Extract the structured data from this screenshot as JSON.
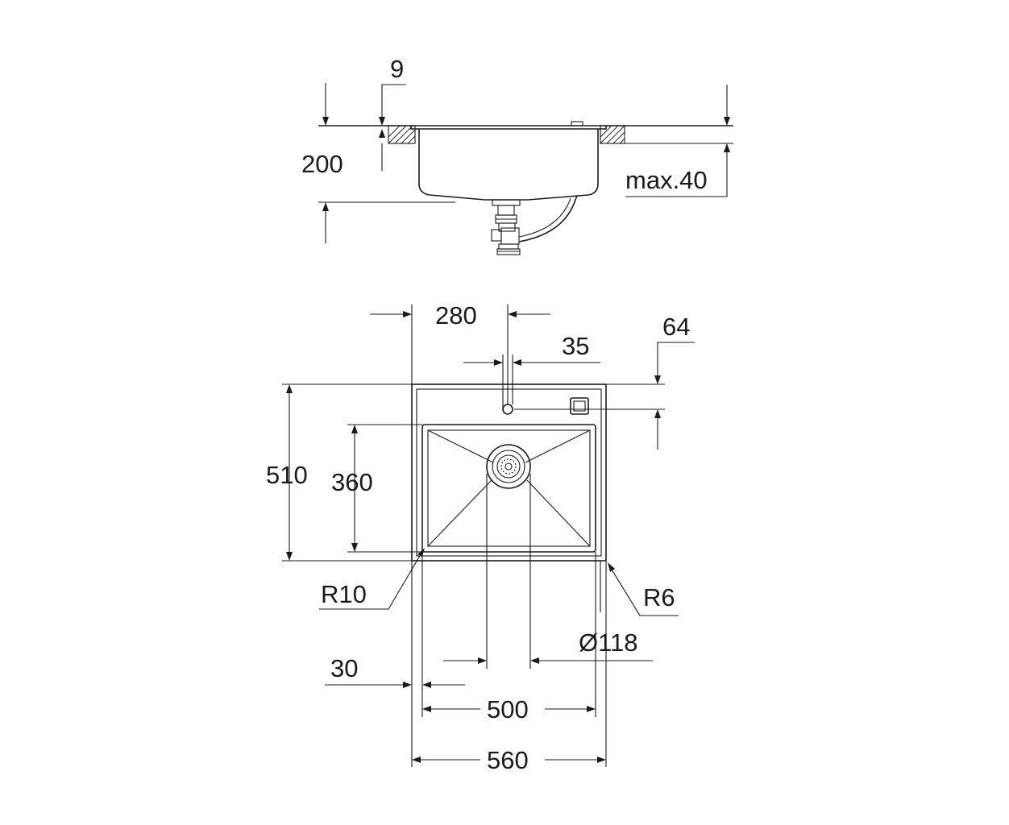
{
  "dimensions": {
    "side_gap": "9",
    "depth": "200",
    "countertop_max": "max.40",
    "tap_offset_x": "280",
    "tap_hole": "35",
    "tap_offset_y": "64",
    "overall_depth": "510",
    "bowl_depth": "360",
    "inner_radius": "R10",
    "outer_radius": "R6",
    "waste_diameter": "Ø118",
    "rim": "30",
    "bowl_width": "500",
    "overall_width": "560"
  }
}
